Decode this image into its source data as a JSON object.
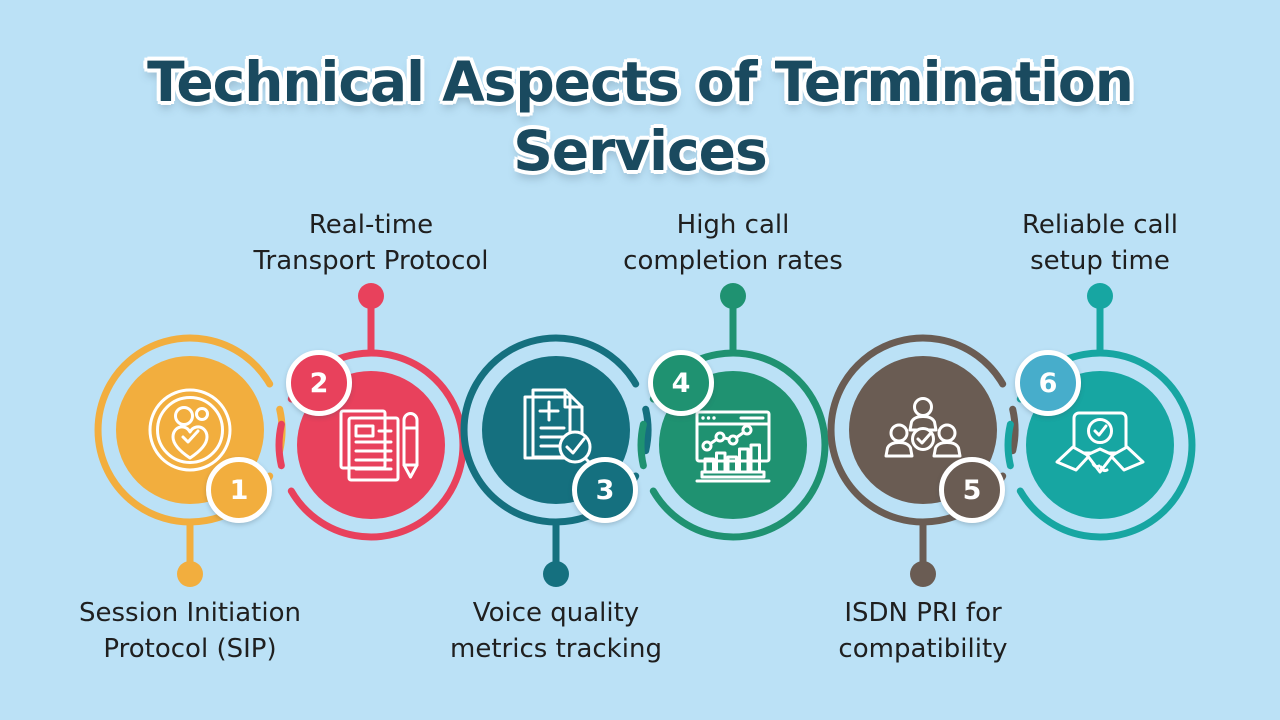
{
  "background_color": "#BBE1F6",
  "label_color": "#1F1F1F",
  "title": {
    "text": "Technical Aspects of Termination\nServices",
    "color": "#1A4A5F"
  },
  "items": [
    {
      "number": "1",
      "label": "Session Initiation\nProtocol (SIP)",
      "icon": "customer-satisfaction-icon",
      "color": "#F2AE3E",
      "badge_color": "#F2AE3E",
      "label_position": "bottom"
    },
    {
      "number": "2",
      "label": "Real-time\nTransport Protocol",
      "icon": "document-pencil-icon",
      "color": "#E8415C",
      "badge_color": "#E8415C",
      "label_position": "top"
    },
    {
      "number": "3",
      "label": "Voice quality\nmetrics tracking",
      "icon": "report-check-search-icon",
      "color": "#15707F",
      "badge_color": "#15707F",
      "label_position": "bottom"
    },
    {
      "number": "4",
      "label": "High call\ncompletion rates",
      "icon": "analytics-dashboard-icon",
      "color": "#1F9271",
      "badge_color": "#1F9271",
      "label_position": "top"
    },
    {
      "number": "5",
      "label": "ISDN PRI for\ncompatibility",
      "icon": "team-approval-icon",
      "color": "#6A5C53",
      "badge_color": "#6A5C53",
      "label_position": "bottom"
    },
    {
      "number": "6",
      "label": "Reliable call\nsetup time",
      "icon": "handshake-agreement-icon",
      "color": "#17A6A2",
      "badge_color": "#47ADCB",
      "label_position": "top"
    }
  ]
}
